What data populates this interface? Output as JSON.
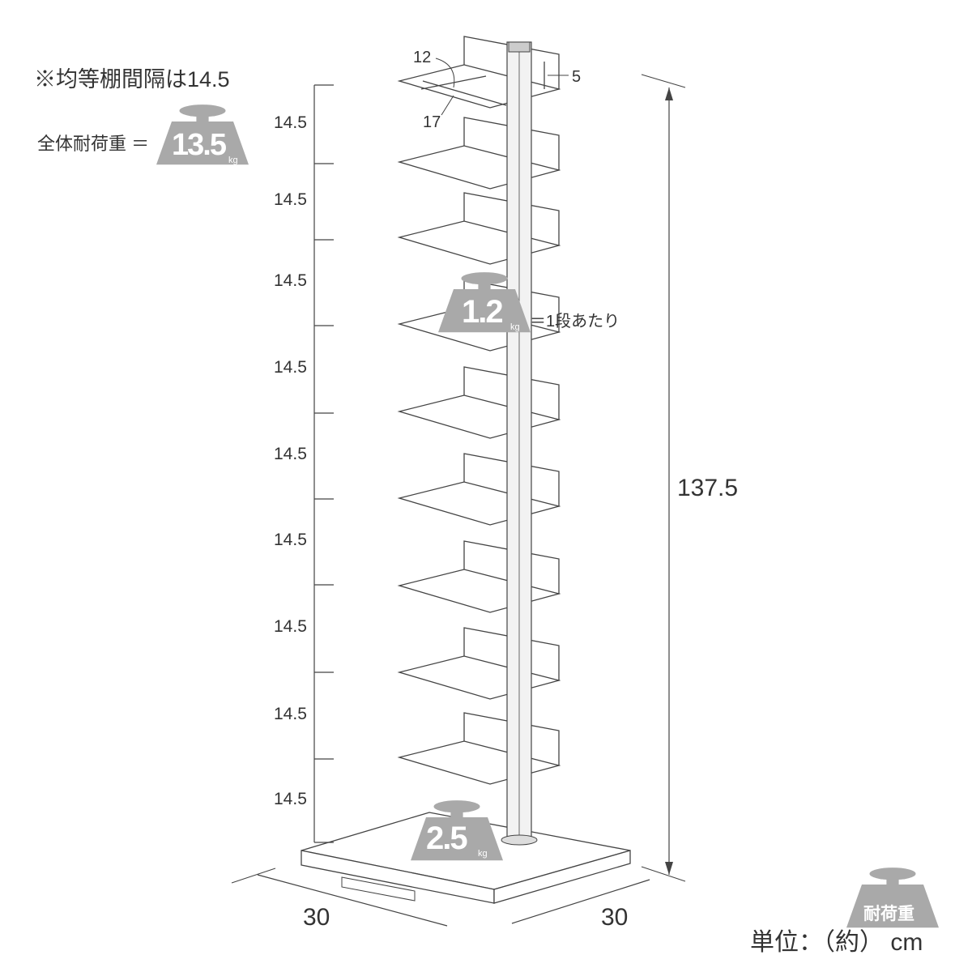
{
  "note": "※均等棚間隔は14.5",
  "total_load": {
    "label": "全体耐荷重 ＝",
    "value": "13.5",
    "unit": "kg"
  },
  "shelf_load": {
    "value": "1.2",
    "unit": "kg",
    "suffix": "＝1段あたり"
  },
  "base_load": {
    "value": "2.5",
    "unit": "kg"
  },
  "legend": {
    "label": "耐荷重"
  },
  "unit_note": "単位：（約） cm",
  "shelf_dims": {
    "depth": "12",
    "width": "17",
    "back_height": "5"
  },
  "spacing_labels": [
    "14.5",
    "14.5",
    "14.5",
    "14.5",
    "14.5",
    "14.5",
    "14.5",
    "14.5",
    "14.5"
  ],
  "total_height": "137.5",
  "base_width": "30",
  "base_depth": "30",
  "colors": {
    "weight": "#a9a9a9",
    "line": "#444444"
  }
}
